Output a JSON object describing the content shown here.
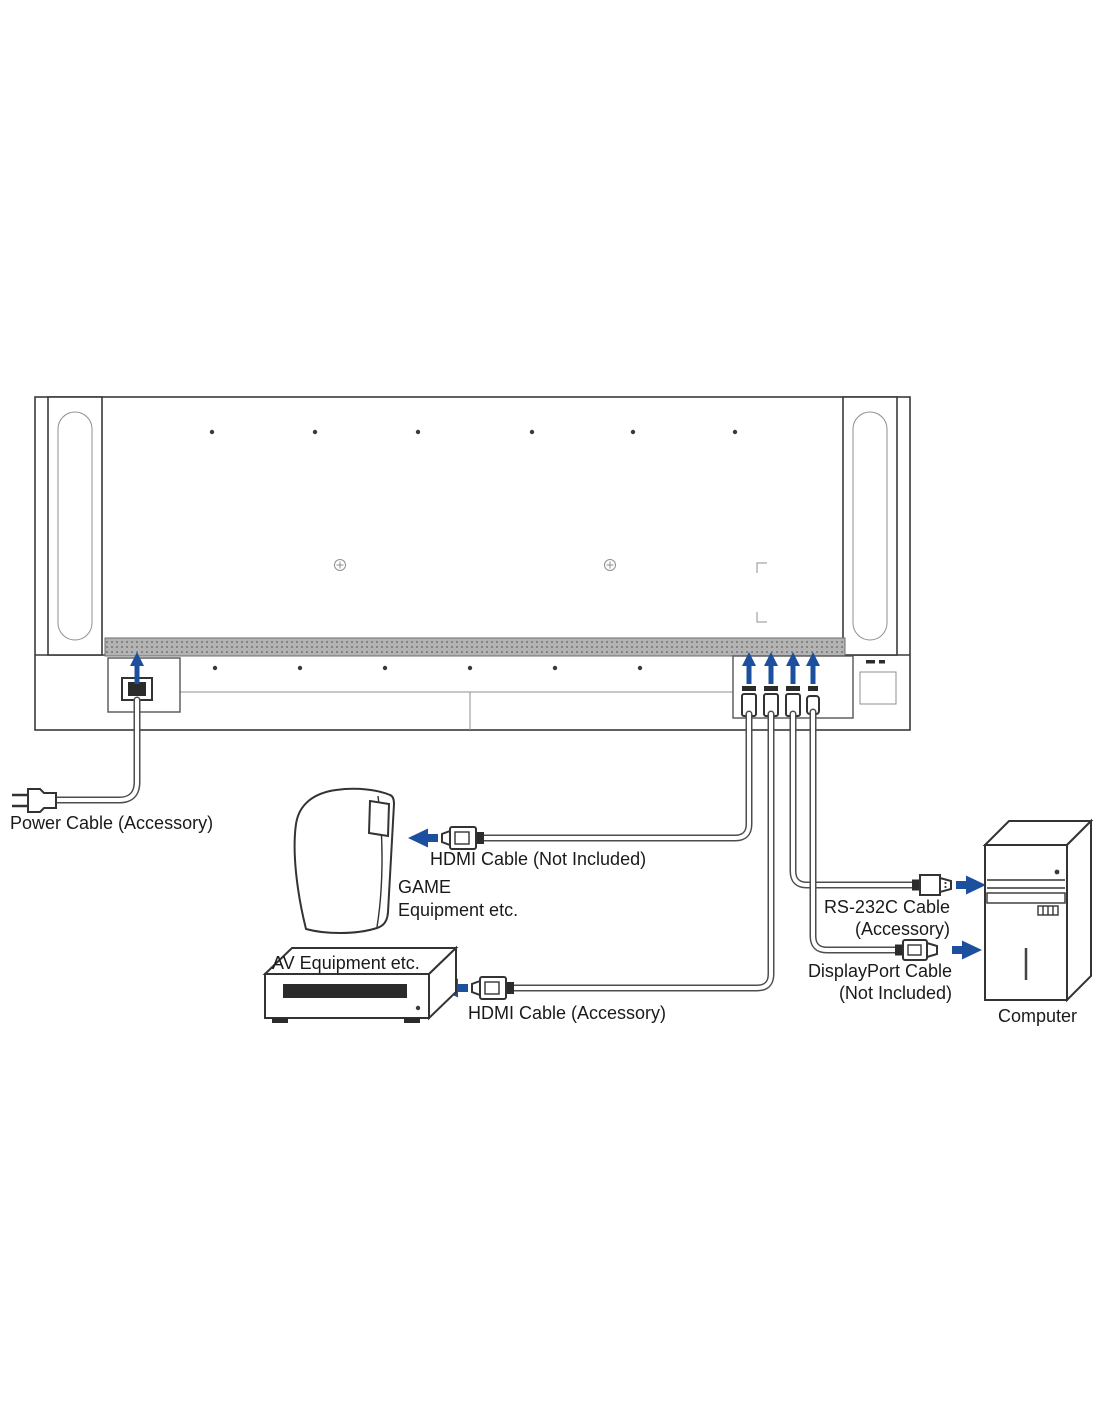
{
  "colors": {
    "arrow_blue": "#1d4f9f",
    "cable_gray": "#4d4d4d",
    "outline_dark": "#333333",
    "grille_gray": "#b3b3b3"
  },
  "labels": {
    "power_cable": "Power Cable (Accessory)",
    "hdmi_not_included": "HDMI Cable (Not Included)",
    "game_line1": "GAME",
    "game_line2": "Equipment etc.",
    "av_equipment": "AV Equipment etc.",
    "hdmi_accessory": "HDMI Cable (Accessory)",
    "rs232c_line1": "RS-232C Cable",
    "rs232c_line2": "(Accessory)",
    "displayport_line1": "DisplayPort Cable",
    "displayport_line2": "(Not Included)",
    "computer": "Computer"
  },
  "icons": {
    "up_arrow": "▲",
    "left_arrow": "◀",
    "right_arrow": "▶",
    "power_plug": "two-prong-plug",
    "hdmi_connector": "hdmi-plug",
    "rs232c_connector": "d-sub-plug",
    "displayport_connector": "displayport-plug"
  }
}
